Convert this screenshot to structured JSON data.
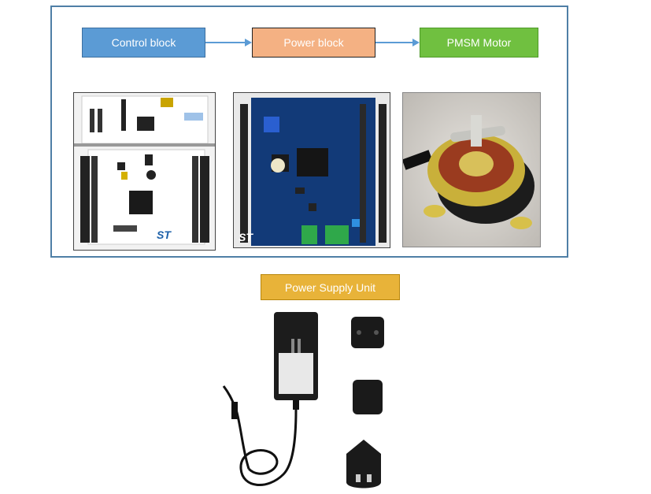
{
  "blocks": {
    "control": {
      "label": "Control block",
      "color": "#5b9bd5"
    },
    "power": {
      "label": "Power block",
      "color": "#f4b183"
    },
    "motor": {
      "label": "PMSM Motor",
      "color": "#70c040"
    }
  },
  "psu": {
    "label": "Power Supply Unit",
    "color": "#e8b339"
  },
  "icons": [
    "control-board-image",
    "power-board-image",
    "pmsm-motor-image",
    "power-adapter-image",
    "plug-adapter-images"
  ]
}
